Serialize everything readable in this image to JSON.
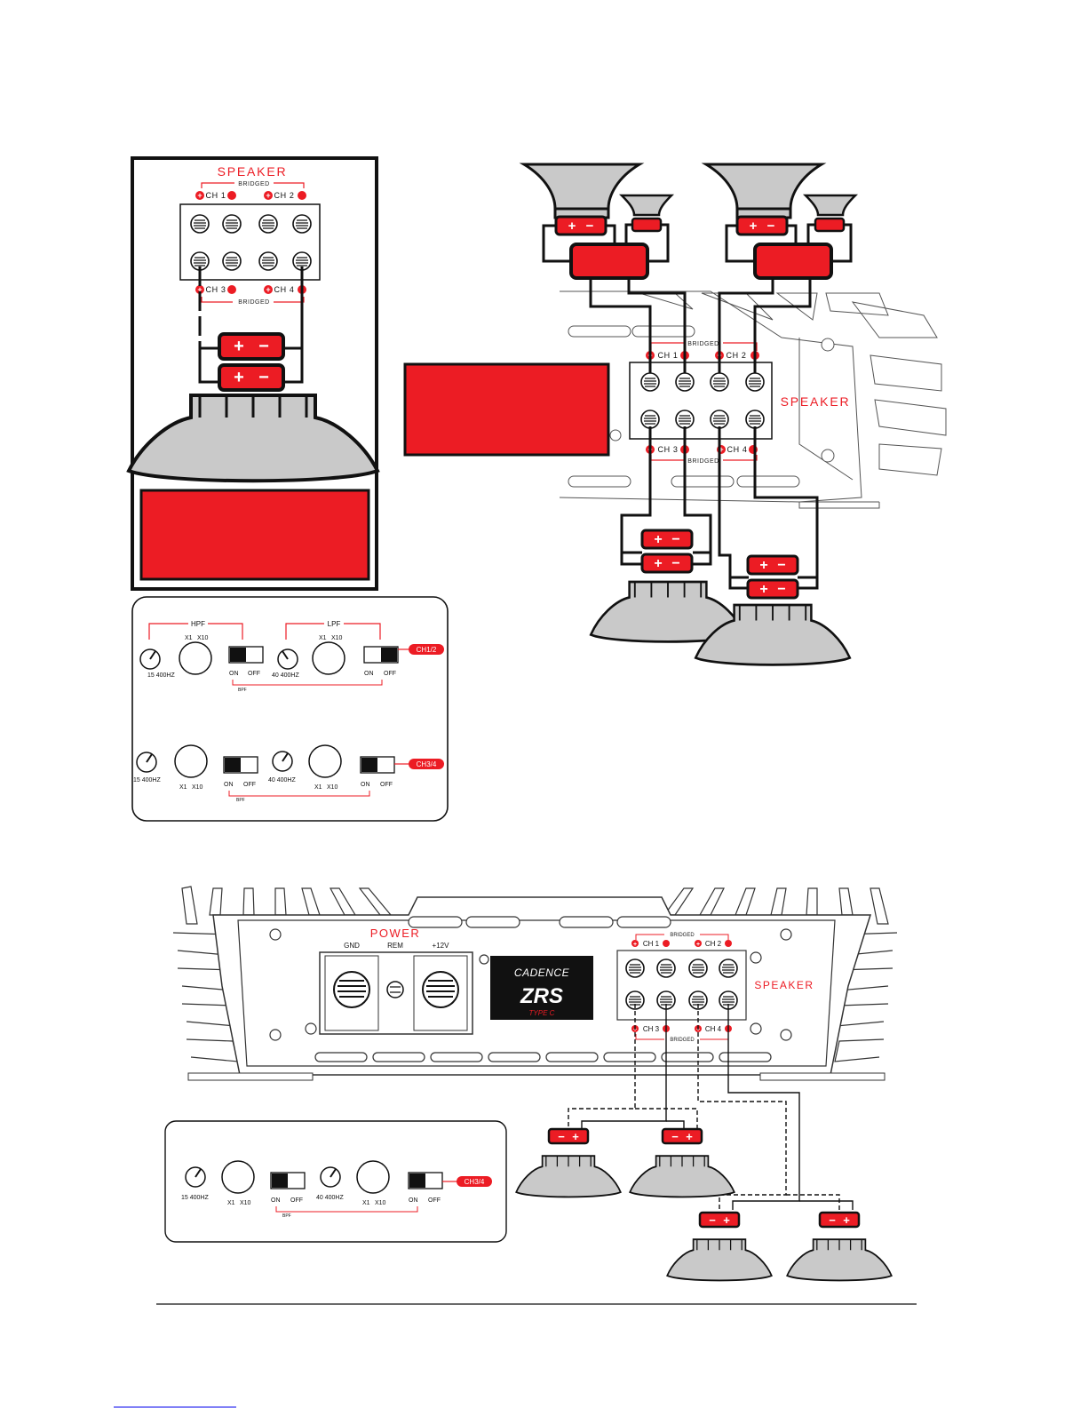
{
  "colors": {
    "accent_red": "#ec1c24",
    "panel_gray": "#d3d3d3",
    "speaker_gray": "#c9c9c9",
    "line_dark": "#1a1a1a"
  },
  "terminal": {
    "speaker_label": "SPEAKER",
    "bridged_label": "BRIDGED",
    "ch1": "CH 1",
    "ch2": "CH 2",
    "ch3": "CH 3",
    "ch4": "CH 4",
    "plus": "+",
    "minus": "−"
  },
  "crossover": {
    "hpf": "HPF",
    "lpf": "LPF",
    "x1": "X1",
    "x10": "X10",
    "range_hpf": "15    400HZ",
    "range_lpf": "40    400HZ",
    "on": "ON",
    "off": "OFF",
    "bpf": "BPF",
    "ch12_tag": "CH1/2",
    "ch34_tag": "CH3/4"
  },
  "power": {
    "title": "POWER",
    "gnd": "GND",
    "rem": "REM",
    "v12": "+12V"
  },
  "brand": {
    "name": "CADENCE",
    "model": "ZRS",
    "type": "TYPE C"
  },
  "icons": [
    "speaker-cone-icon",
    "tweeter-icon",
    "knob-icon",
    "dip-switch-icon",
    "screw-icon"
  ]
}
